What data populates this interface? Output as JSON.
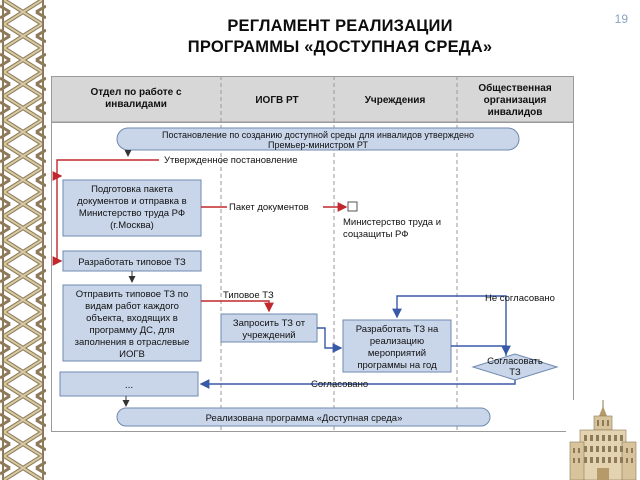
{
  "slide": {
    "title_line1": "РЕГЛАМЕНТ РЕАЛИЗАЦИИ",
    "title_line2": "ПРОГРАММЫ «ДОСТУПНАЯ СРЕДА»",
    "page_number": "19"
  },
  "lanes": {
    "col1_l1": "Отдел по работе с",
    "col1_l2": "инвалидами",
    "col2": "ИОГВ РТ",
    "col3": "Учреждения",
    "col4_l1": "Общественная",
    "col4_l2": "организация",
    "col4_l3": "инвалидов"
  },
  "nodes": {
    "resolution_l1": "Постановление по созданию доступной среды для инвалидов утверждено",
    "resolution_l2": "Премьер-министром РТ",
    "prep_l1": "Подготовка пакета",
    "prep_l2": "документов и отправка в",
    "prep_l3": "Министерство труда РФ",
    "prep_l4": "(г.Москва)",
    "ministry_l1": "Министерство труда и",
    "ministry_l2": "соцзащиты РФ",
    "develop_std": "Разработать типовое ТЗ",
    "send_l1": "Отправить типовое ТЗ по",
    "send_l2": "видам работ каждого",
    "send_l3": "объекта, входящих в",
    "send_l4": "программу ДС, для",
    "send_l5": "заполнения в отраслевые",
    "send_l6": "ИОГВ",
    "request_l1": "Запросить ТЗ от",
    "request_l2": "учреждений",
    "develop_impl_l1": "Разработать ТЗ на",
    "develop_impl_l2": "реализацию",
    "develop_impl_l3": "мероприятий",
    "develop_impl_l4": "программы на год",
    "agree_l1": "Согласовать",
    "agree_l2": "ТЗ",
    "ellipsis": "...",
    "implemented": "Реализована программа «Доступная среда»"
  },
  "edges": {
    "approved_resolution": "Утвержденное постановление",
    "doc_package": "Пакет документов",
    "standard_tz": "Типовое ТЗ",
    "not_agreed": "Не согласовано",
    "agreed": "Согласовано"
  },
  "colors": {
    "node_fill": "#c9d6ea",
    "node_stroke": "#6f88b0",
    "header_fill": "#d7d7d7",
    "red_arrow": "#c0282d",
    "blue_arrow": "#3858a8",
    "border_tan": "#c8b58e"
  }
}
